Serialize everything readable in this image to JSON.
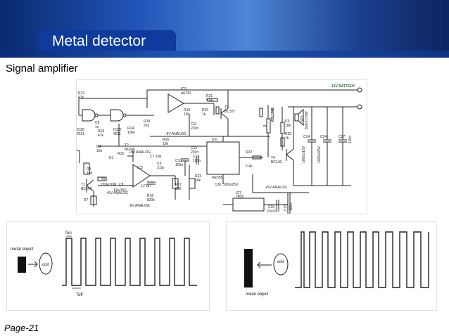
{
  "slide": {
    "title": "Metal detector",
    "subtitle": "Signal amplifier",
    "page_label": "Page-21"
  },
  "schematic": {
    "battery_label": "12V BATTERY",
    "volume_label": "VOLUME",
    "components": {
      "r12": "R12",
      "r12v": "47k",
      "ic3": "IC3",
      "ic3v": "uA741",
      "r21": "R21",
      "r21v": "5.6k",
      "t3": "T3",
      "t3v": "BC327",
      "ic2c": "IC2C",
      "ic2cv": "4011",
      "ic2d": "IC2D",
      "ic2dv": "4011",
      "c9": "C9",
      "c9v": "1n",
      "r13": "R13",
      "r13v": "47k",
      "r18": "R18",
      "r18v": "22k",
      "r19": "R19",
      "r19v": "1M",
      "r20": "R20",
      "r20v": "1k",
      "c11": "C11",
      "c11v": "220n",
      "p3": "P3",
      "p3v": "10k",
      "r25": "R25",
      "r25v": "1k",
      "r14": "R14",
      "r14v": "100k",
      "r16": "R16",
      "r16v": "10k",
      "c4": "C4",
      "c4v": "10n",
      "d1": "D1",
      "r15": "R15",
      "t2": "T2",
      "t2v": "BF245",
      "ic6": "IC6",
      "ic6v": "NE555",
      "c12": "C12",
      "c12v": "220n",
      "c13": "C13",
      "c13v": "100n",
      "r22": "R22",
      "r22v": "2.4k",
      "c14": "C14",
      "c14v": "1000u/16V",
      "c24": "C24",
      "c24v": "1000u/25V",
      "c27": "C27",
      "c27v": "100n",
      "t4": "T4",
      "t4v": "BC140",
      "r3": "R3",
      "r3v": "100",
      "t1": "T1",
      "t1v": "BC547",
      "r7": "R7",
      "c8": "C8",
      "c8v": "10u/16V",
      "ic5": "IC5",
      "ic5v": "LF357",
      "c6": "C6",
      "c6v": "3.3p",
      "c7": "C7",
      "c7v": "10p",
      "c10": "C10",
      "c10v": "100n",
      "r17": "R17",
      "r17v": "330",
      "r16b": "R16",
      "r16bv": "820k",
      "r23": "R23",
      "r23v": "10k",
      "c26": "C26",
      "c26v": "100u/25V",
      "ic7": "IC7",
      "ic7v": "7805",
      "c20": "C20",
      "c20v": "22u/16V",
      "c25": "C25",
      "c25v": "100n",
      "ls1": "SP1",
      "ls1v": "8ohm 0.5W",
      "plus5a": "+5V ANALOG",
      "minus5a": "-5V ANALOG",
      "plus5b": "+5V ANALOG",
      "minus5b": "-5V ANALOG",
      "plus5c": "+5V ANALOG",
      "r9": "R9",
      "r9v": "220k/10W"
    }
  },
  "waveform_left": {
    "object_label": "metal object",
    "coil_label": "coil",
    "ton_label": "Ton",
    "toff_label": "Toff"
  },
  "waveform_right": {
    "object_label": "metal object",
    "coil_label": "coil"
  }
}
